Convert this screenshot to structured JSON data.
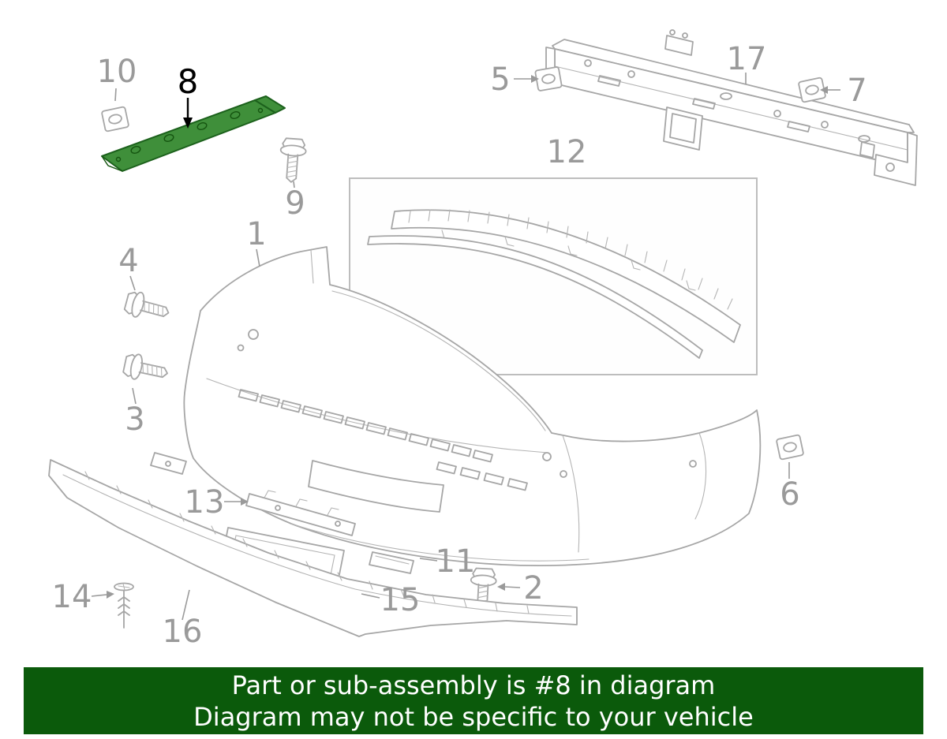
{
  "diagram": {
    "highlighted_part": "8"
  },
  "labels": {
    "p1": "1",
    "p2": "2",
    "p3": "3",
    "p4": "4",
    "p5": "5",
    "p6": "6",
    "p7": "7",
    "p8": "8",
    "p9": "9",
    "p10": "10",
    "p11": "11",
    "p12": "12",
    "p13": "13",
    "p14": "14",
    "p15": "15",
    "p16": "16",
    "p17": "17"
  },
  "banner": {
    "line1": "Part or sub-assembly is #8 in diagram",
    "line2": "Diagram may not be specific to your vehicle"
  },
  "colors": {
    "background": "#ffffff",
    "line_art": "#a6a6a6",
    "label_text": "#9a9a9a",
    "highlight_fill": "#3f8f3a",
    "highlight_stroke": "#1c611c",
    "highlight_label": "#000000",
    "banner_background": "#0b5a0b",
    "banner_text": "#ffffff"
  }
}
